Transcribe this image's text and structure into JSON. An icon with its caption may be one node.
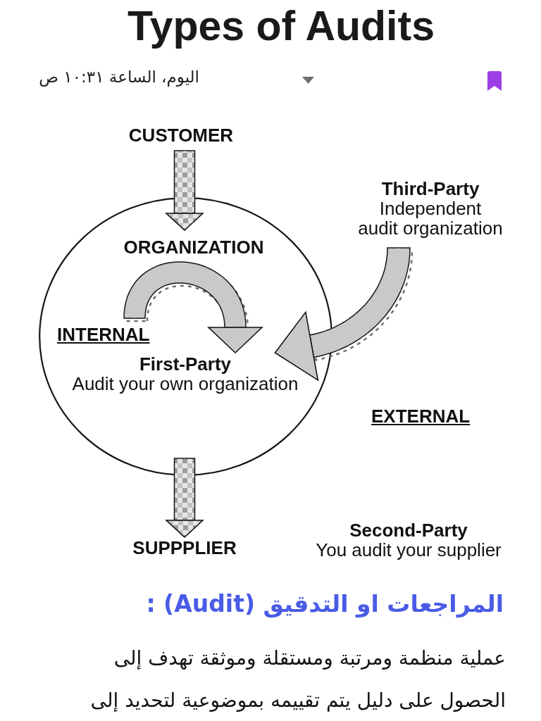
{
  "diagram": {
    "title": "Types of Audits",
    "nodes": [
      {
        "text": [
          "CUSTOMER"
        ]
      },
      {
        "text": [
          "Third-Party",
          "Independent audit organization"
        ]
      },
      {
        "text": [
          "ORGANIZATION"
        ]
      },
      {
        "text": [
          "First-Party",
          "Audit your own organization"
        ],
        "in": 2
      },
      {
        "text": [
          "SUPPPLIER"
        ]
      }
    ],
    "edges": [
      {
        "from": 0,
        "to": 2,
        "arrow": "to"
      },
      {
        "from": 1,
        "to": 3,
        "arrow": "to"
      },
      {
        "from": null,
        "to": 3,
        "arrow": "to"
      },
      {
        "from": 2,
        "to": 4,
        "arrow": "to"
      }
    ],
    "labels": [
      "اليوم، الساعة ١٠:٣١ ص",
      "INTERNAL",
      "EXTERNAL",
      "Second-Party",
      "You audit your supplier",
      "المراجعات او التدقيق (Audit) :",
      "عملية منظمة ومرتبة ومستقلة وموثقة تهدف إلى الحصول على دليل يتم تقييمه بموضوعية لتحديد إلى"
    ]
  }
}
